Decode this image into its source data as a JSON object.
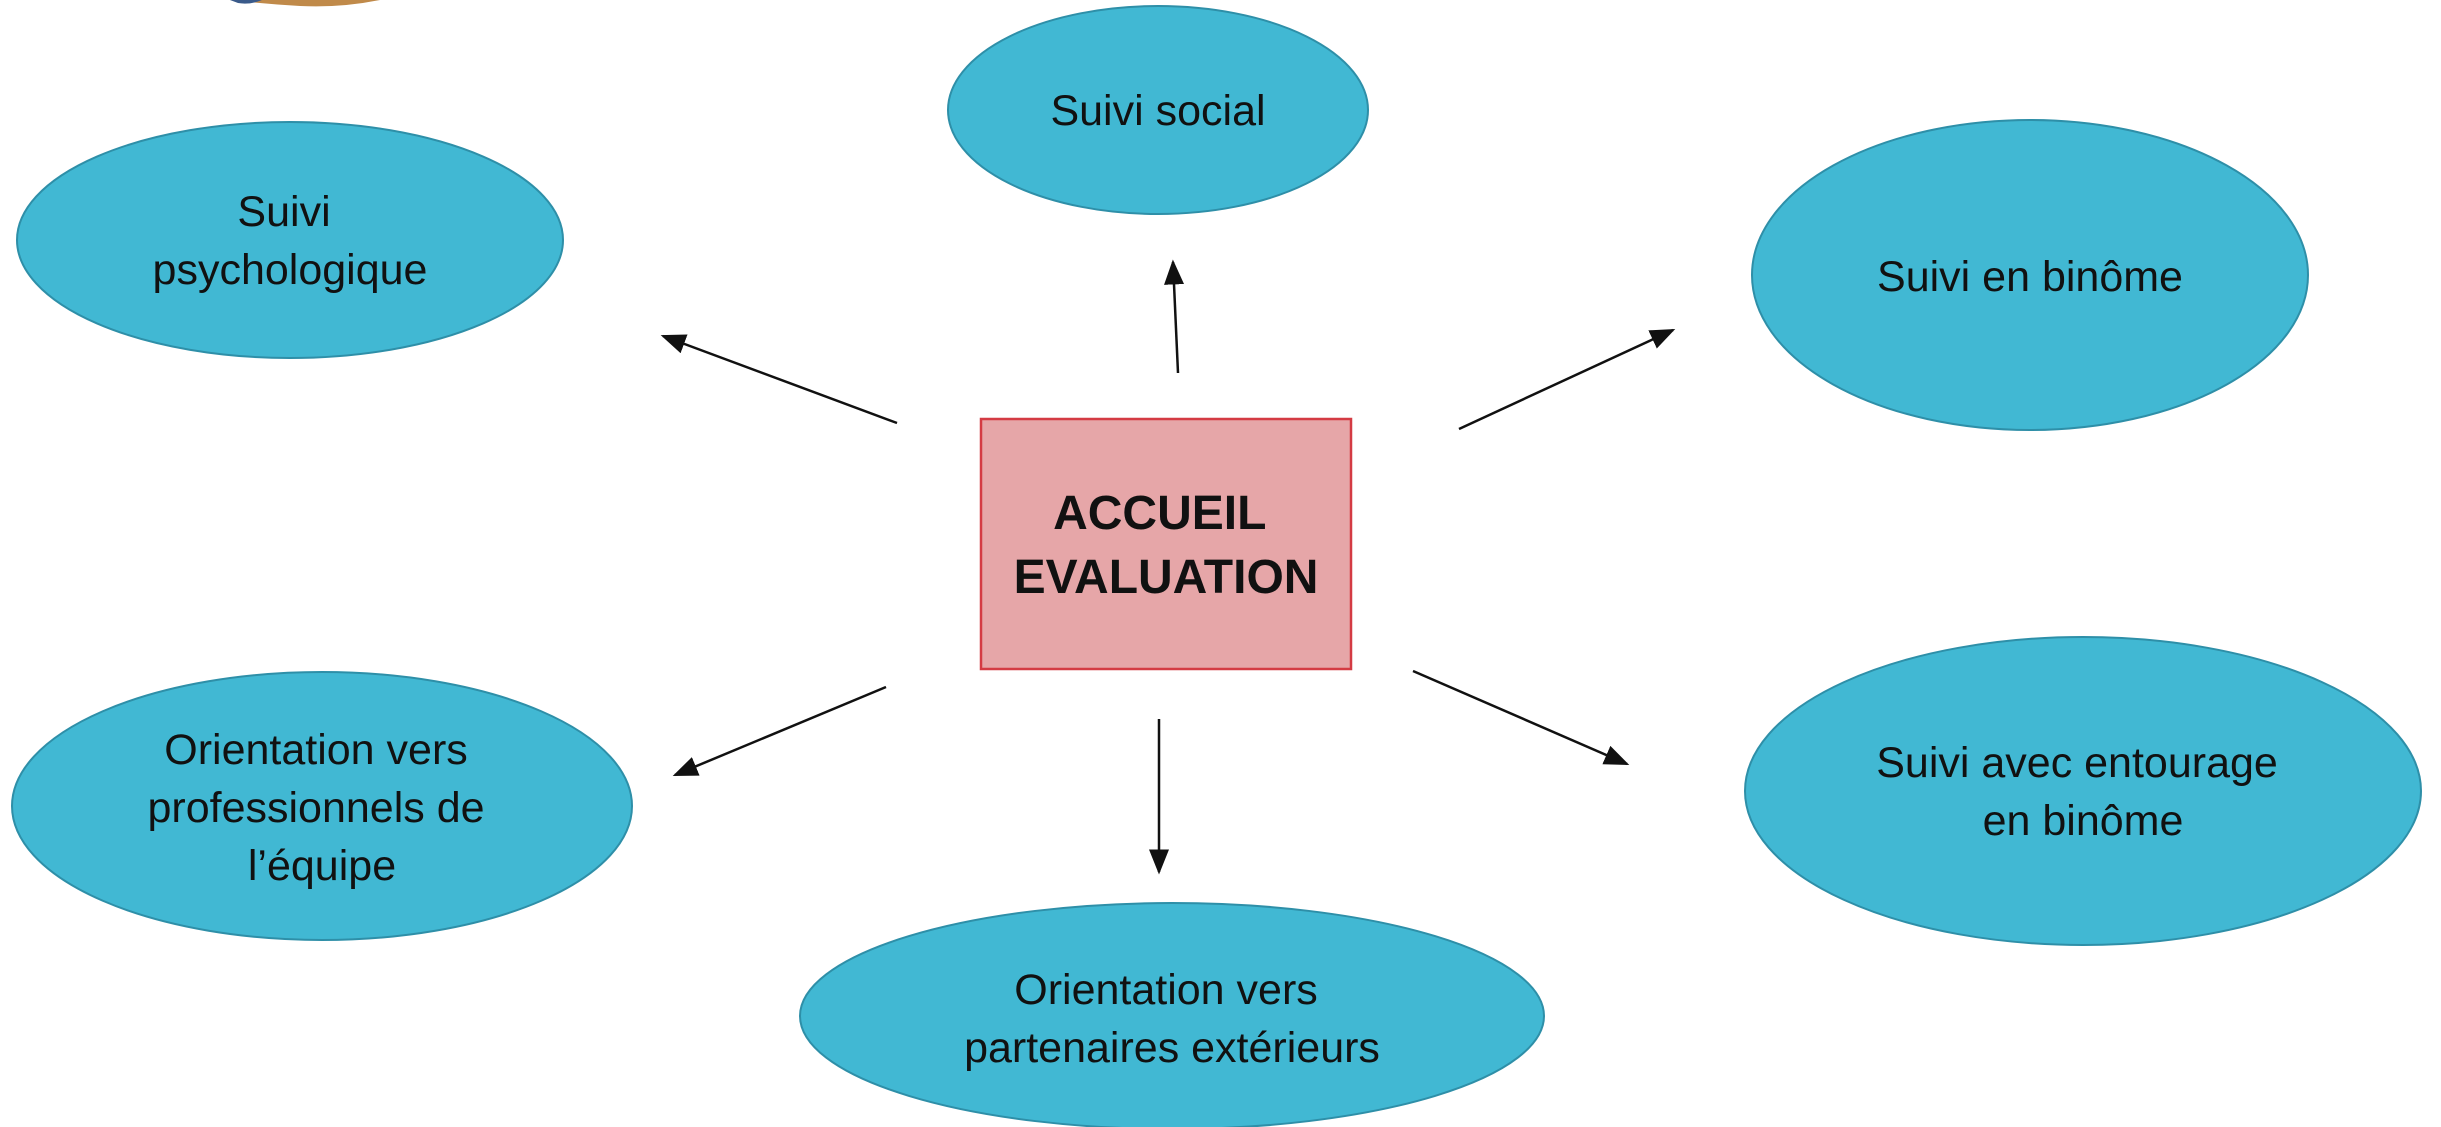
{
  "diagram": {
    "center": {
      "lines": [
        "ACCUEIL",
        "EVALUATION"
      ],
      "fill_color": "#e6a6a8",
      "border_color": "#d43b43"
    },
    "node_style": {
      "fill_color": "#41b8d3",
      "border_color": "#2e8fa8",
      "arrow_color": "#111111"
    },
    "nodes": {
      "suivi_social": {
        "lines": [
          "Suivi social"
        ]
      },
      "suivi_psychologique": {
        "lines": [
          "Suivi",
          "psychologique"
        ]
      },
      "suivi_binome": {
        "lines": [
          "Suivi en binôme"
        ]
      },
      "orientation_equipe": {
        "lines": [
          "Orientation vers",
          "professionnels de",
          "l’équipe"
        ]
      },
      "orientation_partenaires": {
        "lines": [
          "Orientation vers",
          "partenaires extérieurs"
        ]
      },
      "suivi_entourage": {
        "lines": [
          "Suivi avec entourage",
          "en binôme"
        ]
      }
    }
  }
}
